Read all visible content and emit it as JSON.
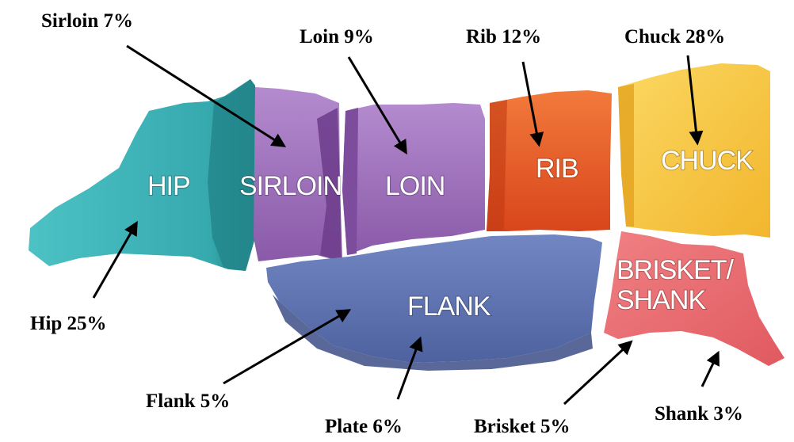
{
  "pieces": {
    "hip": "HIP",
    "sirloin": "SIRLOIN",
    "loin": "LOIN",
    "rib": "RIB",
    "chuck": "CHUCK",
    "flank": "FLANK",
    "brisket_shank_line1": "BRISKET/",
    "brisket_shank_line2": "SHANK"
  },
  "callouts": {
    "sirloin": "Sirloin 7%",
    "loin": "Loin 9%",
    "rib": "Rib 12%",
    "chuck": "Chuck 28%",
    "hip": "Hip 25%",
    "flank": "Flank 5%",
    "plate": "Plate 6%",
    "brisket": "Brisket 5%",
    "shank": "Shank 3%"
  },
  "colors": {
    "hip": "#3fb3b7",
    "hip_dark": "#23878c",
    "sirloin": "#9e72b8",
    "sirloin_dark": "#6f3f8e",
    "loin": "#a377be",
    "rib": "#ea5a24",
    "chuck": "#f8c33a",
    "flank": "#5e72b0",
    "flank_dark": "#3c4d86",
    "brisket": "#e9676b"
  }
}
